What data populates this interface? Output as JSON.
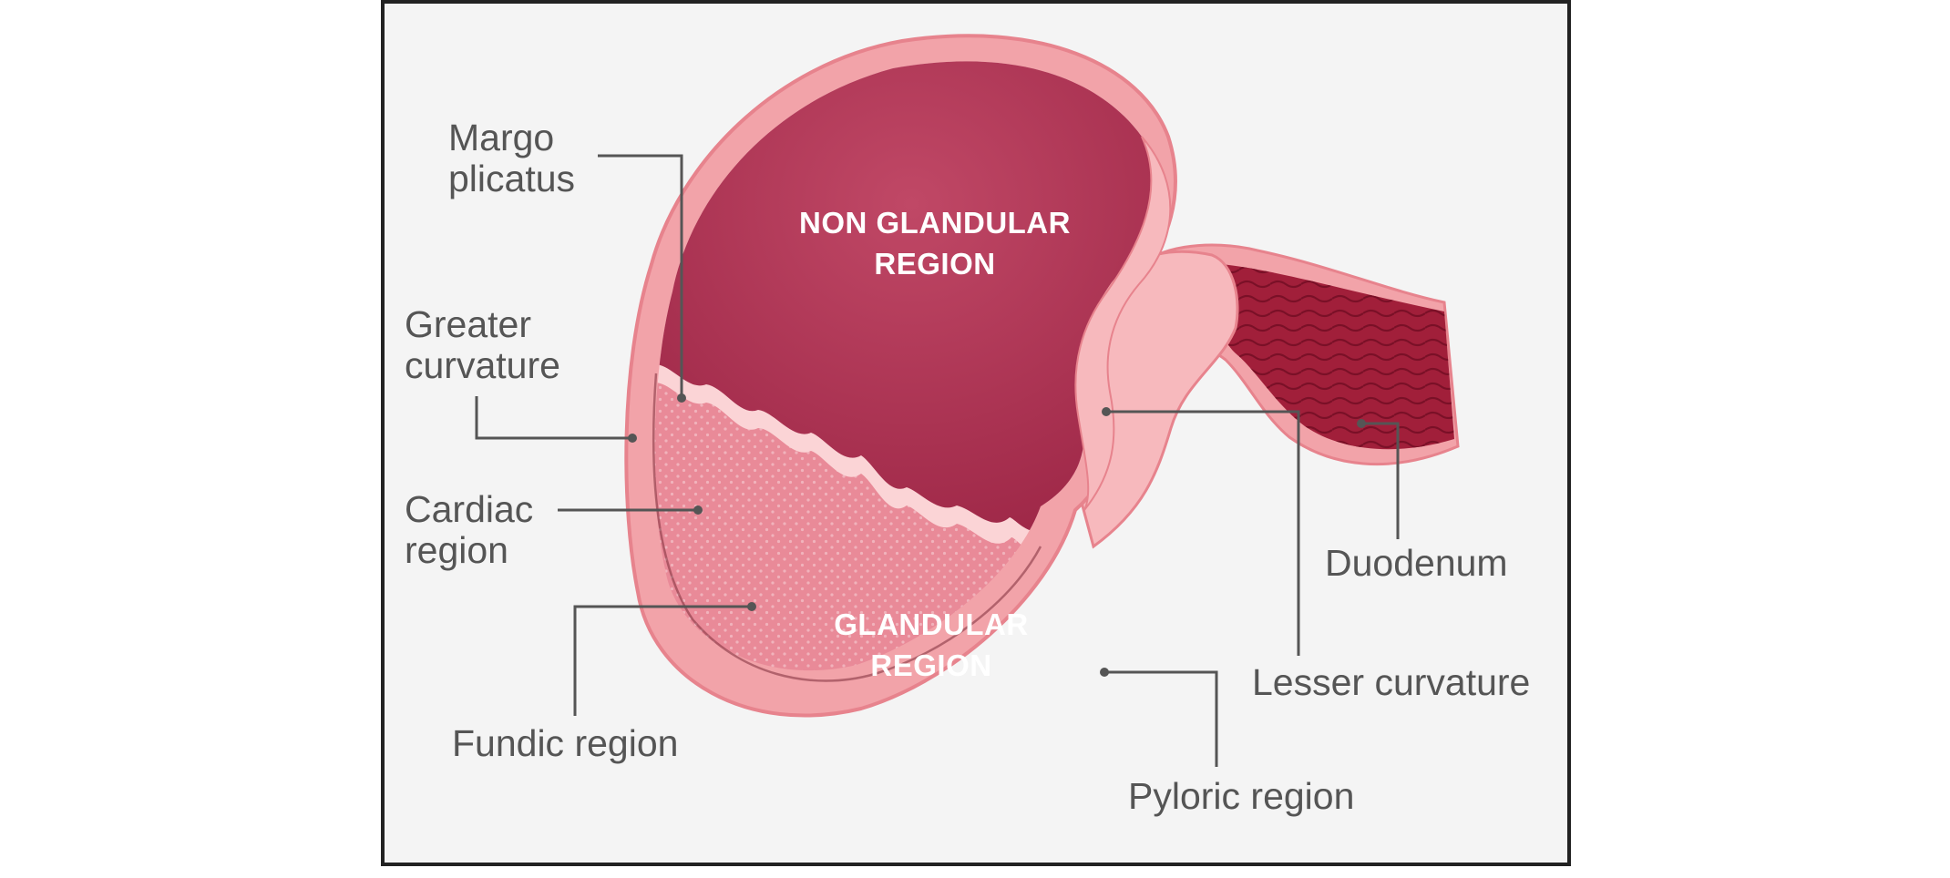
{
  "diagram": {
    "regions": {
      "non_glandular_line1": "NON GLANDULAR",
      "non_glandular_line2": "REGION",
      "glandular_line1": "GLANDULAR",
      "glandular_line2": "REGION"
    },
    "labels": {
      "margo_line1": "Margo",
      "margo_line2": "plicatus",
      "greater_line1": "Greater",
      "greater_line2": "curvature",
      "cardiac_line1": "Cardiac",
      "cardiac_line2": "region",
      "fundic": "Fundic region",
      "pyloric": "Pyloric region",
      "lesser": "Lesser curvature",
      "duodenum": "Duodenum"
    },
    "colors": {
      "frame_background": "#f4f4f4",
      "frame_border": "#222222",
      "outer_wall": "#f2a3a9",
      "outer_wall_rim": "#e7838d",
      "non_glandular": "#b63e5c",
      "non_glandular_dark": "#8e1f3d",
      "glandular": "#e98a98",
      "margo_border": "#fbd4d6",
      "duodenum_inner": "#a11f3a",
      "label_text": "#555555"
    }
  }
}
